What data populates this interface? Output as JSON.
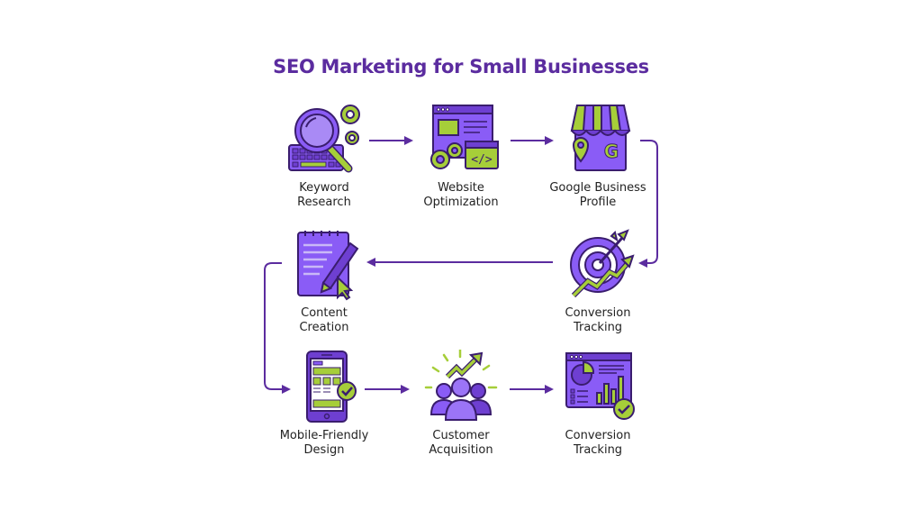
{
  "title": "SEO Marketing for Small Businesses",
  "colors": {
    "purple": "#8a5cf6",
    "purple_dark": "#4a2a8a",
    "purple_mid": "#6e3fd1",
    "green": "#a6ce39",
    "title": "#5b2c9f",
    "arrow": "#5b2c9f"
  },
  "steps": [
    {
      "id": "keyword-research",
      "icon": "magnifier-keyboard-gears-icon",
      "line1": "Keyword",
      "line2": "Research"
    },
    {
      "id": "website-optimization",
      "icon": "browser-code-gears-icon",
      "line1": "Website",
      "line2": "Optimization"
    },
    {
      "id": "google-business-profile",
      "icon": "storefront-google-pin-icon",
      "line1": "Google Business",
      "line2": "Profile"
    },
    {
      "id": "conversion-tracking-target",
      "icon": "target-arrow-trend-icon",
      "line1": "Conversion",
      "line2": "Tracking"
    },
    {
      "id": "content-creation",
      "icon": "notepad-pen-cursor-icon",
      "line1": "Content",
      "line2": "Creation"
    },
    {
      "id": "mobile-friendly-design",
      "icon": "smartphone-check-icon",
      "line1": "Mobile-Friendly",
      "line2": "Design"
    },
    {
      "id": "customer-acquisition",
      "icon": "people-growth-icon",
      "line1": "Customer",
      "line2": "Acquisition"
    },
    {
      "id": "conversion-tracking-dashboard",
      "icon": "analytics-dashboard-check-icon",
      "line1": "Conversion",
      "line2": "Tracking"
    }
  ],
  "flow": [
    [
      "keyword-research",
      "website-optimization"
    ],
    [
      "website-optimization",
      "google-business-profile"
    ],
    [
      "google-business-profile",
      "conversion-tracking-target"
    ],
    [
      "conversion-tracking-target",
      "content-creation"
    ],
    [
      "content-creation",
      "mobile-friendly-design"
    ],
    [
      "mobile-friendly-design",
      "customer-acquisition"
    ],
    [
      "customer-acquisition",
      "conversion-tracking-dashboard"
    ]
  ]
}
